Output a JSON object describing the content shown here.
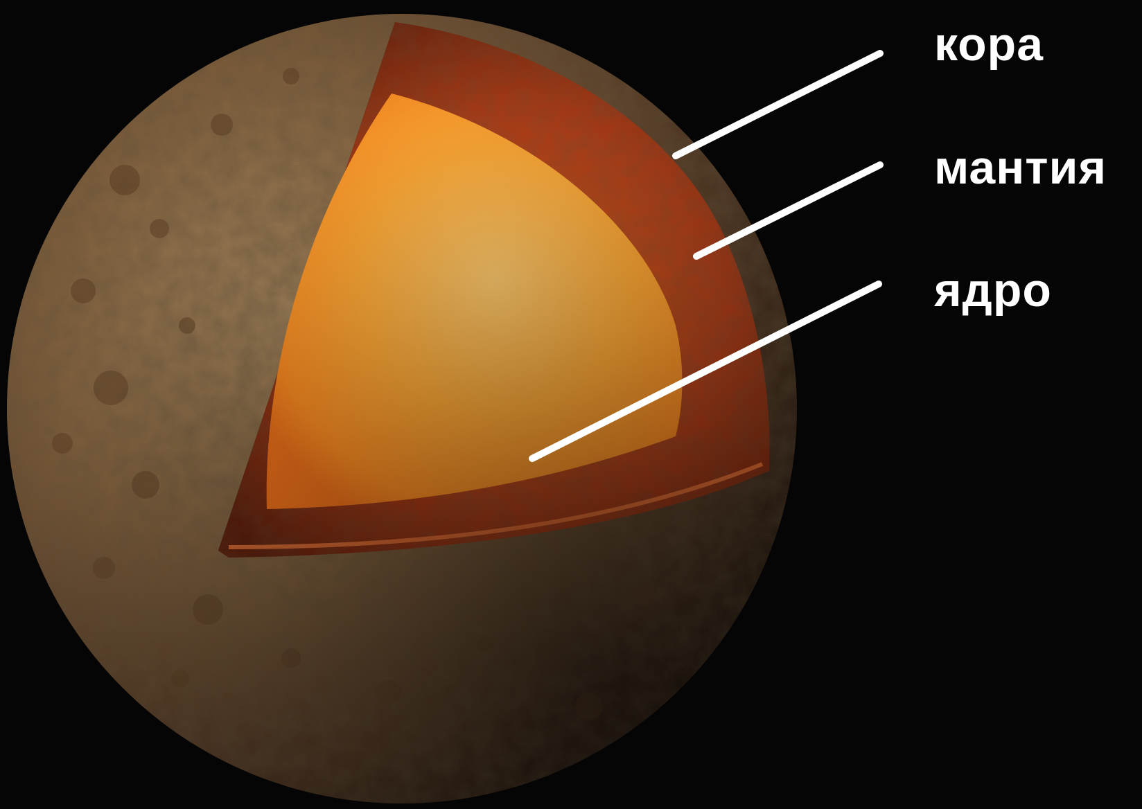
{
  "labels": {
    "crust": "кора",
    "mantle": "мантия",
    "core": "ядро"
  },
  "colors": {
    "background": "#060505",
    "label_text": "#ffffff",
    "leader_line": "#ffffff",
    "surface": "#7a5a38",
    "mantle": "#b8401a",
    "core": "#f5a030"
  }
}
